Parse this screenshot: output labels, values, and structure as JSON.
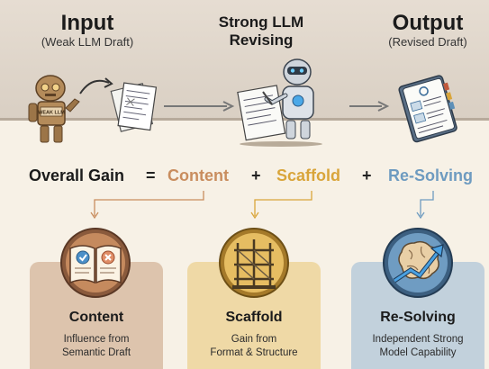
{
  "header": {
    "input_title": "Input",
    "input_subtitle": "(Weak LLM Draft)",
    "middle_title_line1": "Strong LLM",
    "middle_title_line2": "Revising",
    "output_title": "Output",
    "output_subtitle": "(Revised Draft)"
  },
  "robot_badge": "WEAK LLM",
  "equation": {
    "lhs": "Overall Gain",
    "equals": "=",
    "term1": "Content",
    "plus1": "+",
    "term2": "Scaffold",
    "plus2": "+",
    "term3": "Re-Solving"
  },
  "cards": [
    {
      "title": "Content",
      "desc_line1": "Influence from",
      "desc_line2": "Semantic Draft"
    },
    {
      "title": "Scaffold",
      "desc_line1": "Gain from",
      "desc_line2": "Format & Structure"
    },
    {
      "title": "Re-Solving",
      "desc_line1": "Independent Strong",
      "desc_line2": "Model Capability"
    }
  ],
  "colors": {
    "content": "#c98d5e",
    "scaffold": "#d9a53a",
    "resolving": "#6e9bc0",
    "content_card": "#ddc4ad",
    "scaffold_card": "#efd9a6",
    "resolving_card": "#c2d1dc"
  }
}
